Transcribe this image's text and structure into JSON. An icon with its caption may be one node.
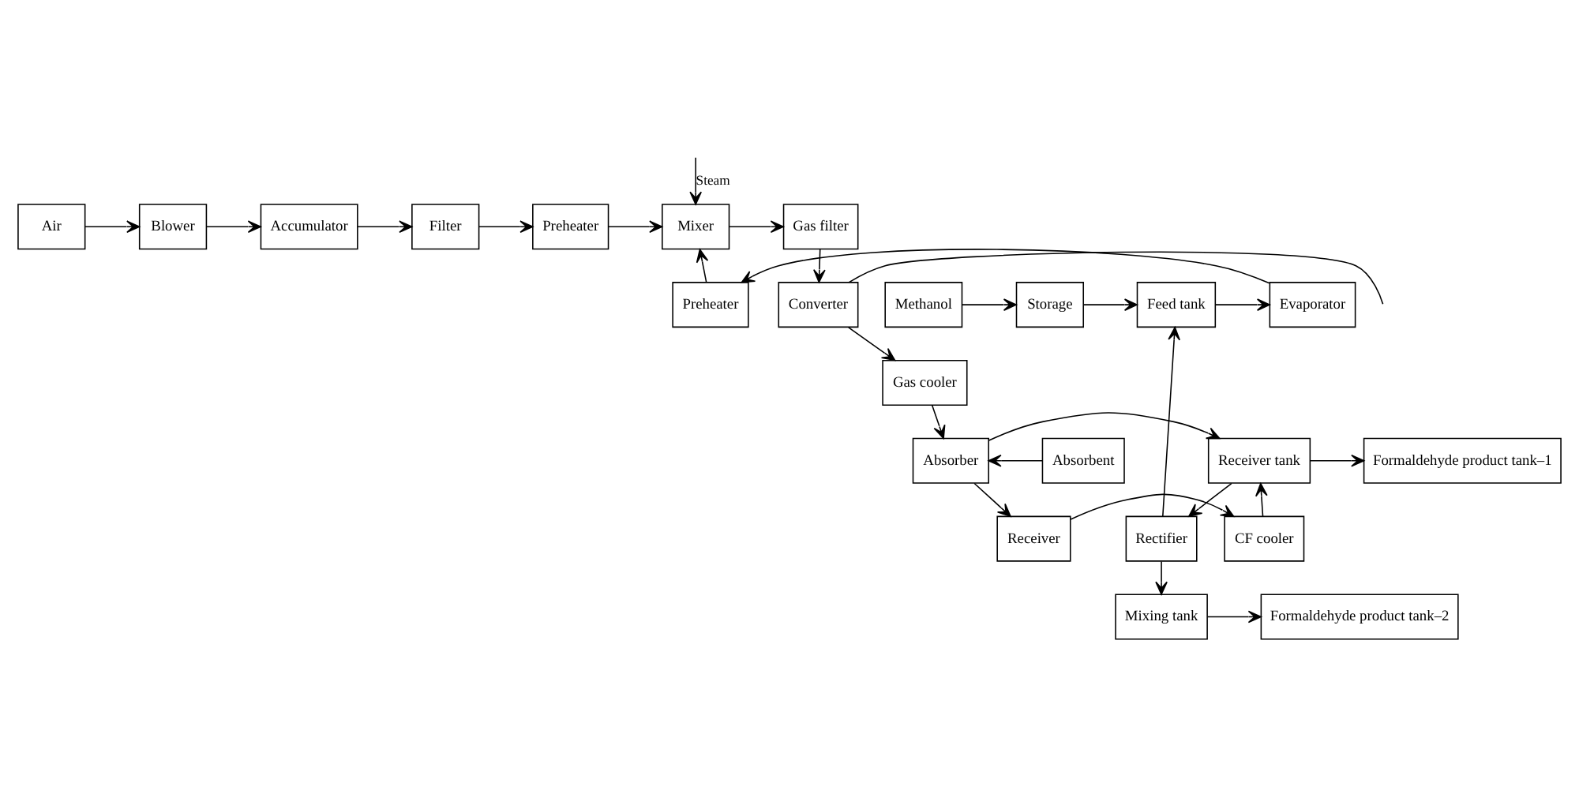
{
  "diagram": {
    "nodes": [
      {
        "text": [
          "Air"
        ]
      },
      {
        "text": [
          "Blower"
        ]
      },
      {
        "text": [
          "Accumulator"
        ]
      },
      {
        "text": [
          "Filter"
        ]
      },
      {
        "text": [
          "Preheater"
        ]
      },
      {
        "text": [
          "Mixer"
        ]
      },
      {
        "text": [
          "Gas filter"
        ]
      },
      {
        "text": [
          "Methanol"
        ]
      },
      {
        "text": [
          "Storage"
        ]
      },
      {
        "text": [
          "Feed tank"
        ]
      },
      {
        "text": [
          "Evaporator"
        ]
      },
      {
        "text": [
          "Preheater"
        ]
      },
      {
        "text": [
          "Converter"
        ]
      },
      {
        "text": [
          "Gas cooler"
        ]
      },
      {
        "text": [
          "Formaldehyde product tank–1"
        ]
      },
      {
        "text": [
          "Receiver tank"
        ]
      },
      {
        "text": [
          "Absorber"
        ]
      },
      {
        "text": [
          "Absorbent"
        ]
      },
      {
        "text": [
          "Rectifier"
        ]
      },
      {
        "text": [
          "CF cooler"
        ]
      },
      {
        "text": [
          "Receiver"
        ]
      },
      {
        "text": [
          "Formaldehyde product tank–2"
        ]
      },
      {
        "text": [
          "Mixing tank"
        ]
      }
    ],
    "edges": [
      {
        "from": 0,
        "to": 1,
        "arrow": "to"
      },
      {
        "from": 1,
        "to": 2,
        "arrow": "to"
      },
      {
        "from": 2,
        "to": 3,
        "arrow": "to"
      },
      {
        "from": 3,
        "to": 4,
        "arrow": "to"
      },
      {
        "from": 4,
        "to": 5,
        "arrow": "to"
      },
      {
        "from": null,
        "to": 5,
        "arrow": "to",
        "label": "Steam"
      },
      {
        "from": 5,
        "to": 6,
        "arrow": "to"
      },
      {
        "from": 7,
        "to": 8,
        "arrow": "to"
      },
      {
        "from": 8,
        "to": 9,
        "arrow": "to"
      },
      {
        "from": 9,
        "to": 10,
        "arrow": "to"
      },
      {
        "from": 10,
        "to": 11,
        "arrow": "to"
      },
      {
        "from": 11,
        "to": 5,
        "arrow": "to"
      },
      {
        "from": 6,
        "to": 12,
        "arrow": "to"
      },
      {
        "from": 12,
        "to": null,
        "arrow": "none"
      },
      {
        "from": 12,
        "to": 13,
        "arrow": "to"
      },
      {
        "from": 13,
        "to": 16,
        "arrow": "to"
      },
      {
        "from": 17,
        "to": 16,
        "arrow": "to"
      },
      {
        "from": 16,
        "to": 15,
        "arrow": "to"
      },
      {
        "from": 15,
        "to": 14,
        "arrow": "to"
      },
      {
        "from": 15,
        "to": 18,
        "arrow": "to"
      },
      {
        "from": 18,
        "to": 9,
        "arrow": "to"
      },
      {
        "from": 16,
        "to": 20,
        "arrow": "to"
      },
      {
        "from": 20,
        "to": 19,
        "arrow": "to"
      },
      {
        "from": 19,
        "to": 15,
        "arrow": "to"
      },
      {
        "from": 18,
        "to": 22,
        "arrow": "to"
      },
      {
        "from": 22,
        "to": 21,
        "arrow": "to"
      }
    ]
  }
}
